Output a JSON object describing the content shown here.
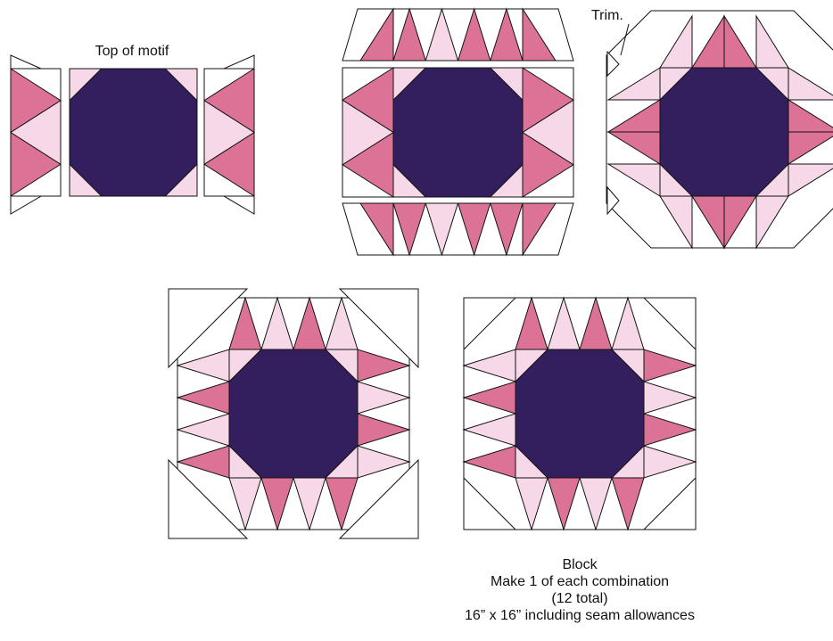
{
  "labels": {
    "top_of_motif": "Top of motif",
    "trim": "Trim."
  },
  "caption": {
    "line1": "Block",
    "line2": "Make 1 of each combination",
    "line3": "(12 total)",
    "line4": "16” x 16” including seam allowances"
  },
  "colors": {
    "background": "#ffffff",
    "center": "#341f5e",
    "pink": "#dc7397",
    "light_pink": "#f7d8e8",
    "outline": "#111111"
  }
}
